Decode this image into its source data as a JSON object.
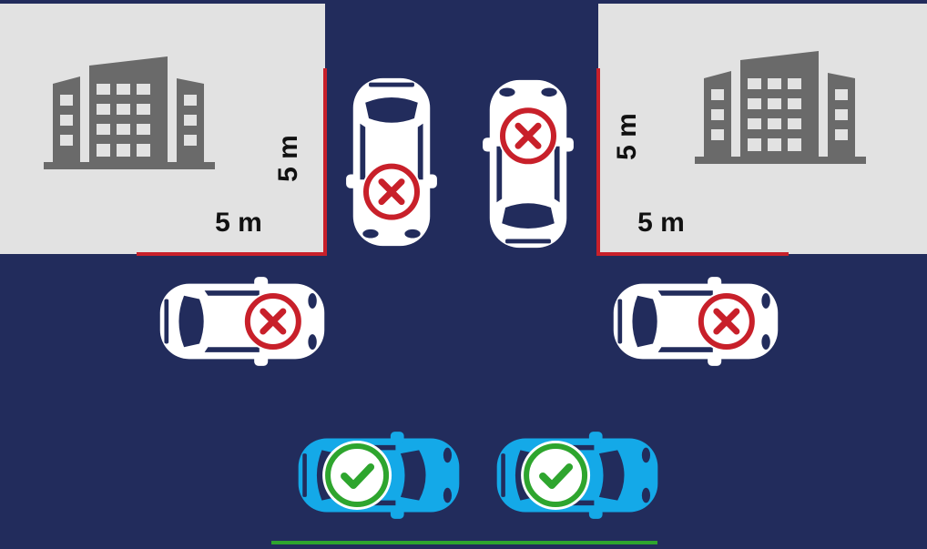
{
  "labels": {
    "left_vertical": "5 m",
    "left_horizontal": "5 m",
    "right_vertical": "5 m",
    "right_horizontal": "5 m"
  },
  "cars": [
    {
      "id": "car-left-lane-down",
      "color": "white",
      "status": "not-allowed",
      "status_icon": "x-circle-icon"
    },
    {
      "id": "car-right-lane-up",
      "color": "white",
      "status": "not-allowed",
      "status_icon": "x-circle-icon"
    },
    {
      "id": "car-left-corner",
      "color": "white",
      "status": "not-allowed",
      "status_icon": "x-circle-icon"
    },
    {
      "id": "car-right-corner",
      "color": "white",
      "status": "not-allowed",
      "status_icon": "x-circle-icon"
    },
    {
      "id": "car-allowed-1",
      "color": "blue",
      "status": "allowed",
      "status_icon": "check-circle-icon"
    },
    {
      "id": "car-allowed-2",
      "color": "blue",
      "status": "allowed",
      "status_icon": "check-circle-icon"
    }
  ],
  "colors": {
    "road": "#222c5c",
    "sidewalk": "#e2e2e2",
    "building": "#6a6a6a",
    "no_park_line": "#c8202a",
    "allowed_line": "#2ea52e",
    "forbidden": "#c8202a",
    "allowed": "#2ea52e",
    "car_white": "#ffffff",
    "car_blue": "#14a9e8",
    "window": "#222c5c"
  }
}
